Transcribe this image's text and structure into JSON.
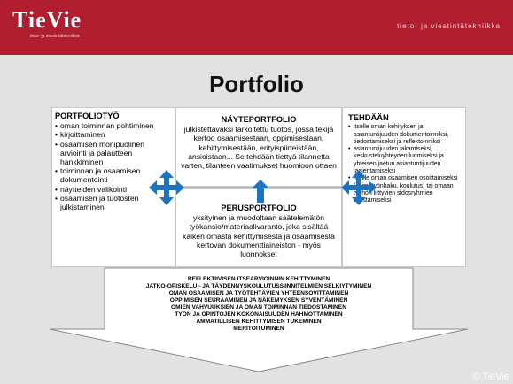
{
  "header": {
    "logo_text": "TieVie",
    "logo_subtext": "tieto- ja viestintätekniikka",
    "tagline": "tieto- ja viestintätekniikka"
  },
  "title": "Portfolio",
  "portfolio_panel": {
    "heading": "PORTFOLIOTYÖ",
    "items": [
      "oman toiminnan pohtiminen",
      "kirjoittaminen",
      "osaamisen monipuolinen arviointi  ja palautteen hankkiminen",
      "toiminnan ja osaamisen dokumentointi",
      "näytteiden valikointi",
      "osaamisen ja tuotosten julkistaminen"
    ]
  },
  "nayteportfolio": {
    "heading": "NÄYTEPORTFOLIO",
    "text": "julkistettavaksi tarkoitettu tuotos, jossa tekijä kertoo osaamisestaan, oppimisestaan, kehittymisestään, erityispiirteistään, ansioistaan... Se tehdään tiettyä tilannetta varten, tilanteen vaatimukset huomioon ottaen"
  },
  "perusportfolio": {
    "heading": "PERUSPORTFOLIO",
    "text": "yksityinen ja muodoltaan säätelemätön työkansio/materiaalivaranto, joka sisältää kaiken omasta kehittymisestä ja osaamisesta kertovan dokumenttiaineiston - myös luonnokset"
  },
  "tehdaan": {
    "heading": "TEHDÄÄN",
    "items": [
      "itselle oman kehityksen ja asiantuntijuuden dokumentoinniksi, tiedostamiseksi ja reflektoinniksi",
      "asiantuntijuuden jakamiseksi, keskusteluyhteyden luomiseksi ja yhteisen jaetun asiantuntijuuden laajentamiseksi",
      "muille oman osaamisen osoittamiseksi (esim. työnhaku, koulutus) tai omaan työhön liittyvien sidosryhmien valistamiseksi"
    ]
  },
  "outcomes": [
    "REFLEKTIIVISEN ITSEARVIOINNIN KEHITTYMINEN",
    "JATKO-OPISKELU - JA TÄYDENNYSKOULUTUSSIINNITELMIEN SELKIYTYMINEN",
    "OMAN OSAAMISEN JA TYÖTEHTÄVIEN YHTEENSOVITTAMINEN",
    "OPPIMISEN SEURAAMINEN JA NÄKEMYKSEN SYVENTÄMINEN",
    "OMIEN VAHVUUKSIEN JA OMAN TOIMINNAN TIEDOSTAMINEN",
    "TYÖN JA OPINTOJEN KOKONAISUUDEN HAHMOTTAMINEN",
    "AMMATILLISEN KEHITTYMISEN TUKEMINEN",
    "MERITOITUMINEN"
  ],
  "copyright": "© TieVie",
  "colors": {
    "header": "#b01e30",
    "arrow_blue": "#1e73be",
    "background": "#e2e2e2",
    "panel": "#ffffff"
  }
}
